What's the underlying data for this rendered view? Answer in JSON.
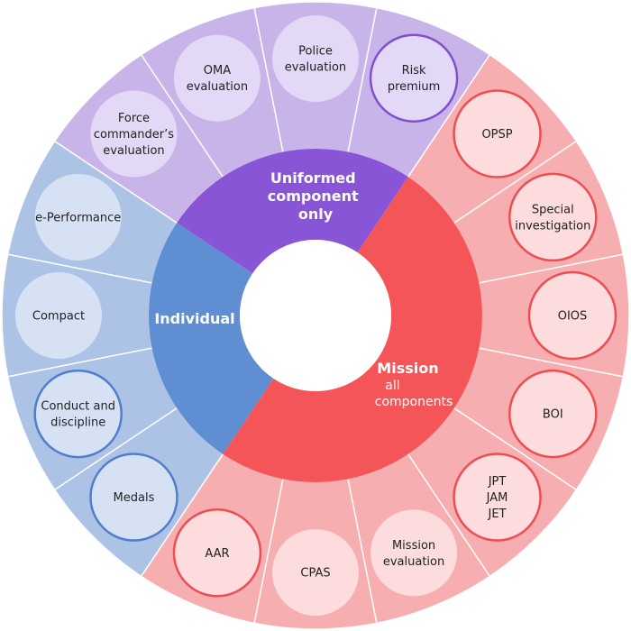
{
  "colors": {
    "purple_outer": "#c8b4e8",
    "purple_inner": "#8855d6",
    "purple_circle": "#e3d8f5",
    "purple_border": "#8050d0",
    "blue_outer": "#adc3e6",
    "blue_inner": "#5f8ed2",
    "blue_circle": "#d6e2f4",
    "blue_border": "#4f7fcc",
    "red_outer": "#f7aeb0",
    "red_inner": "#f45558",
    "red_circle": "#fcdcdc",
    "red_border": "#ef4d52",
    "divider": "#ffffff"
  },
  "inner": {
    "uniformed": [
      "Uniformed",
      "component",
      "only"
    ],
    "individual": [
      "Individual"
    ],
    "mission_title": "Mission",
    "mission_sub": [
      "all",
      "components"
    ]
  },
  "items": [
    {
      "id": "force-commanders-evaluation",
      "lines": [
        "Force",
        "commander’s",
        "evaluation"
      ],
      "group": "purple",
      "emph": false
    },
    {
      "id": "oma-evaluation",
      "lines": [
        "OMA",
        "evaluation"
      ],
      "group": "purple",
      "emph": false
    },
    {
      "id": "police-evaluation",
      "lines": [
        "Police",
        "evaluation"
      ],
      "group": "purple",
      "emph": false
    },
    {
      "id": "risk-premium",
      "lines": [
        "Risk",
        "premium"
      ],
      "group": "purple",
      "emph": true
    },
    {
      "id": "opsp",
      "lines": [
        "OPSP"
      ],
      "group": "red",
      "emph": true
    },
    {
      "id": "special-investigation",
      "lines": [
        "Special",
        "investigation"
      ],
      "group": "red",
      "emph": true
    },
    {
      "id": "oios",
      "lines": [
        "OIOS"
      ],
      "group": "red",
      "emph": true
    },
    {
      "id": "boi",
      "lines": [
        "BOI"
      ],
      "group": "red",
      "emph": true
    },
    {
      "id": "jpt-jam-jet",
      "lines": [
        "JPT",
        "JAM",
        "JET"
      ],
      "group": "red",
      "emph": true
    },
    {
      "id": "mission-evaluation",
      "lines": [
        "Mission",
        "evaluation"
      ],
      "group": "red",
      "emph": false
    },
    {
      "id": "cpas",
      "lines": [
        "CPAS"
      ],
      "group": "red",
      "emph": false
    },
    {
      "id": "aar",
      "lines": [
        "AAR"
      ],
      "group": "red",
      "emph": true
    },
    {
      "id": "medals",
      "lines": [
        "Medals"
      ],
      "group": "blue",
      "emph": true
    },
    {
      "id": "conduct-and-discipline",
      "lines": [
        "Conduct and",
        "discipline"
      ],
      "group": "blue",
      "emph": true
    },
    {
      "id": "compact",
      "lines": [
        "Compact"
      ],
      "group": "blue",
      "emph": false
    },
    {
      "id": "e-performance",
      "lines": [
        "e-Performance"
      ],
      "group": "blue",
      "emph": false
    }
  ]
}
